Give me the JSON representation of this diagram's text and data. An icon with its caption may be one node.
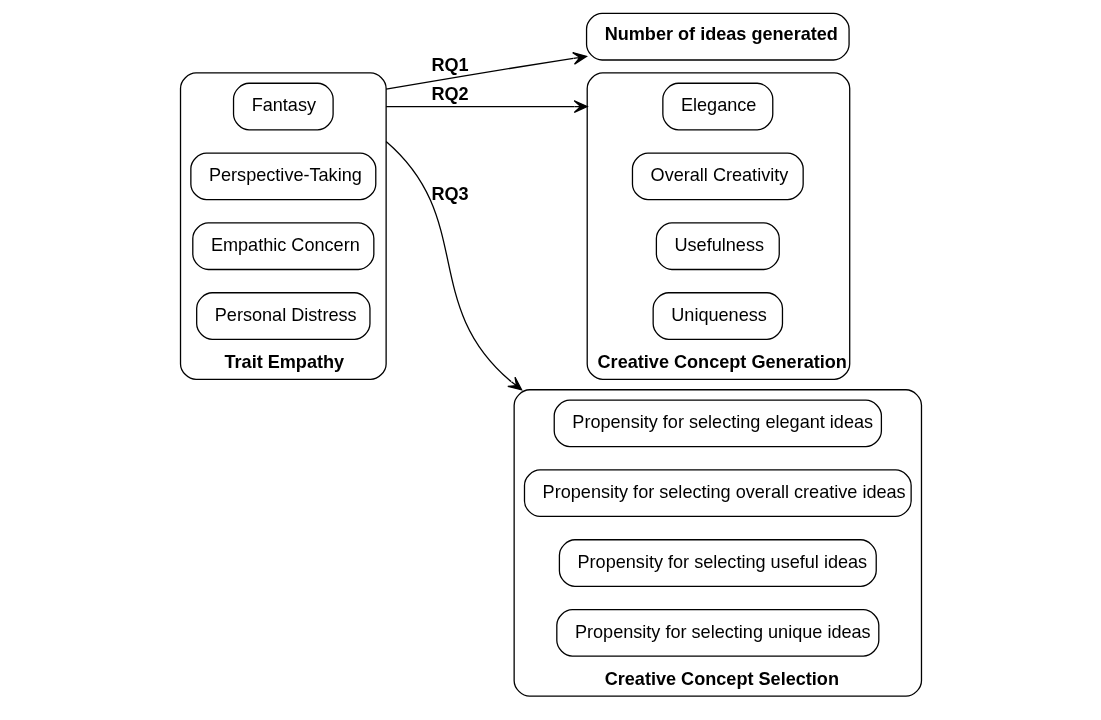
{
  "diagram": {
    "nodes": [
      {
        "text": [
          "Trait Empathy"
        ]
      },
      {
        "text": [
          "Fantasy"
        ],
        "in": 0
      },
      {
        "text": [
          "Perspective-Taking"
        ],
        "in": 0
      },
      {
        "text": [
          "Empathic Concern"
        ],
        "in": 0
      },
      {
        "text": [
          "Personal Distress"
        ],
        "in": 0
      },
      {
        "text": [
          "Number of ideas generated"
        ]
      },
      {
        "text": [
          "Creative Concept Generation"
        ]
      },
      {
        "text": [
          "Elegance"
        ],
        "in": 6
      },
      {
        "text": [
          "Overall Creativity"
        ],
        "in": 6
      },
      {
        "text": [
          "Usefulness"
        ],
        "in": 6
      },
      {
        "text": [
          "Uniqueness"
        ],
        "in": 6
      },
      {
        "text": [
          "Creative Concept Selection"
        ]
      },
      {
        "text": [
          "Propensity for selecting elegant ideas"
        ],
        "in": 11
      },
      {
        "text": [
          "Propensity for selecting overall creative ideas"
        ],
        "in": 11
      },
      {
        "text": [
          "Propensity for selecting useful ideas"
        ],
        "in": 11
      },
      {
        "text": [
          "Propensity for selecting unique ideas"
        ],
        "in": 11
      }
    ],
    "edges": [
      {
        "from": 0,
        "to": 5,
        "arrow": "to",
        "label": "RQ1"
      },
      {
        "from": 0,
        "to": 6,
        "arrow": "to",
        "label": "RQ2"
      },
      {
        "from": 0,
        "to": 11,
        "arrow": "to",
        "label": "RQ3"
      }
    ]
  }
}
